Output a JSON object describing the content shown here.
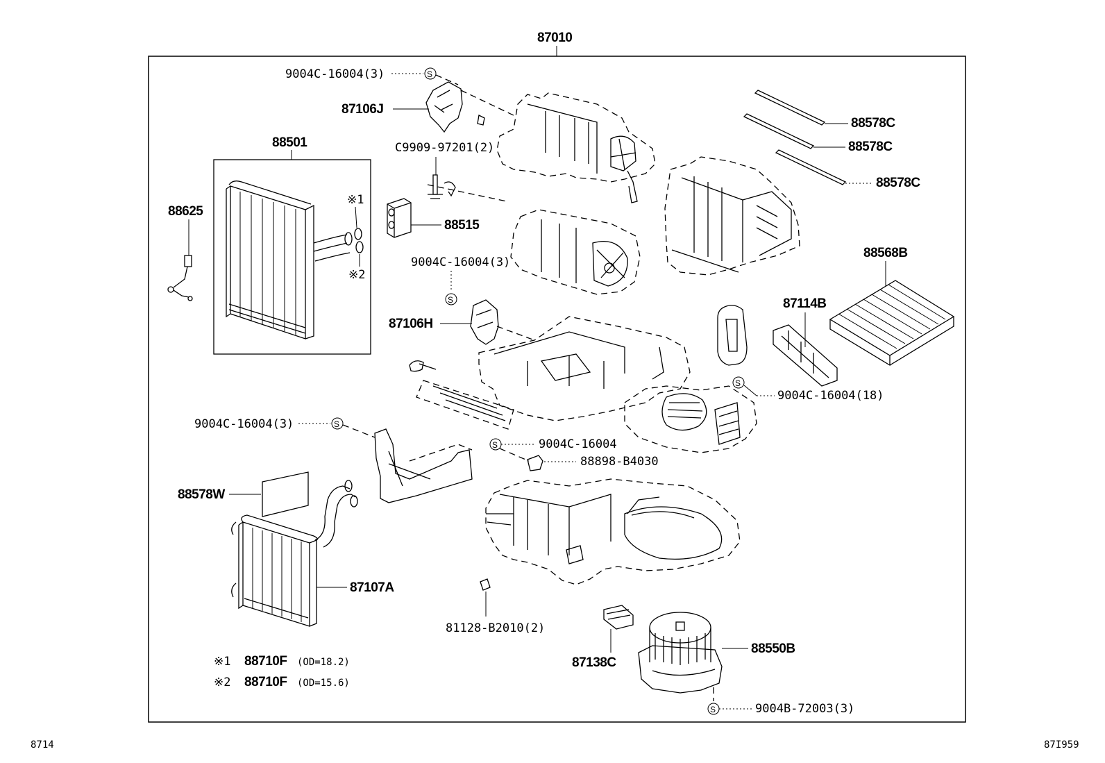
{
  "assembly": {
    "number": "87010"
  },
  "callouts": {
    "screw_top": "9004C-16004(3)",
    "damper_j": "87106J",
    "evaporator": "88501",
    "sensor": "88625",
    "mark1": "※1",
    "mark2": "※2",
    "valve_screw": "C9909-97201(2)",
    "expansion_valve": "88515",
    "screw_mid": "9004C-16004(3)",
    "damper_h": "87106H",
    "seal_1": "88578C",
    "seal_2": "88578C",
    "seal_3": "88578C",
    "filter": "88568B",
    "filter_cover": "87114B",
    "screw_right": "9004C-16004(18)",
    "screw_left": "9004C-16004(3)",
    "screw_single": "9004C-16004",
    "clamp": "88898-B4030",
    "heater_pad": "88578W",
    "heater_core": "87107A",
    "sensor_clip": "81128-B2010(2)",
    "resistor": "87138C",
    "blower_motor": "88550B",
    "motor_screw": "9004B-72003(3)"
  },
  "legend": {
    "row1": {
      "mark": "※1",
      "part": "88710F",
      "note": "(OD=18.2)"
    },
    "row2": {
      "mark": "※2",
      "part": "88710F",
      "note": "(OD=15.6)"
    }
  },
  "footer": {
    "left": "8714",
    "right": "87I959"
  },
  "screw_symbol": "S"
}
